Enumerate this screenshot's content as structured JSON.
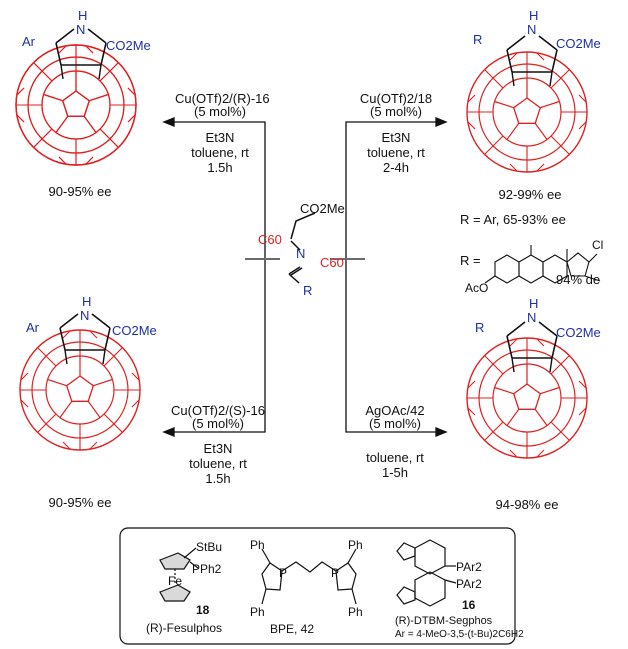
{
  "center": {
    "co2me": "CO2Me",
    "c60_left": "C60",
    "c60_right": "C60",
    "n": "N",
    "r": "R"
  },
  "reactions": {
    "top_left": {
      "catalyst": "Cu(OTf)2/(R)-16",
      "loading": "(5 mol%)",
      "base": "Et3N",
      "solvent": "toluene, rt",
      "time": "1.5h",
      "result": "90-95% ee",
      "product": {
        "substituent": "Ar",
        "nh": "H",
        "n": "N",
        "ester": "CO2Me"
      }
    },
    "top_right": {
      "catalyst": "Cu(OTf)2/18",
      "loading": "(5 mol%)",
      "base": "Et3N",
      "solvent": "toluene, rt",
      "time": "2-4h",
      "result": "92-99% ee",
      "scope": "R = Ar, 65-93% ee",
      "steroid_r": "R =",
      "steroid_de": "94% de",
      "steroid_cl": "Cl",
      "steroid_aco": "AcO",
      "product": {
        "substituent": "R",
        "nh": "H",
        "n": "N",
        "ester": "CO2Me"
      }
    },
    "bottom_left": {
      "catalyst": "Cu(OTf)2/(S)-16",
      "loading": "(5 mol%)",
      "base": "Et3N",
      "solvent": "toluene, rt",
      "time": "1.5h",
      "result": "90-95% ee",
      "product": {
        "substituent": "Ar",
        "nh": "H",
        "n": "N",
        "ester": "CO2Me"
      }
    },
    "bottom_right": {
      "catalyst": "AgOAc/42",
      "loading": "(5 mol%)",
      "solvent": "toluene, rt",
      "time": "1-5h",
      "result": "94-98% ee",
      "product": {
        "substituent": "R",
        "nh": "H",
        "n": "N",
        "ester": "CO2Me"
      }
    }
  },
  "ligands": {
    "fesulphos": {
      "stbu": "StBu",
      "pph2": "PPh2",
      "fe": "Fe",
      "number": "18",
      "name": "(R)-Fesulphos"
    },
    "bpe": {
      "ph_top_left": "Ph",
      "ph_top_right": "Ph",
      "ph_bottom_left": "Ph",
      "ph_bottom_right": "Ph",
      "p1": "P",
      "p2": "P",
      "name": "BPE, 42"
    },
    "segphos": {
      "par2_top": "PAr2",
      "par2_bottom": "PAr2",
      "number": "16",
      "name": "(R)-DTBM-Segphos",
      "ar_def": "Ar = 4-MeO-3,5-(t-Bu)2C6H2"
    }
  },
  "colors": {
    "cage": "#e02020",
    "substituent": "#1f2fa8",
    "c60": "#d22222",
    "bonds": "#111111"
  }
}
